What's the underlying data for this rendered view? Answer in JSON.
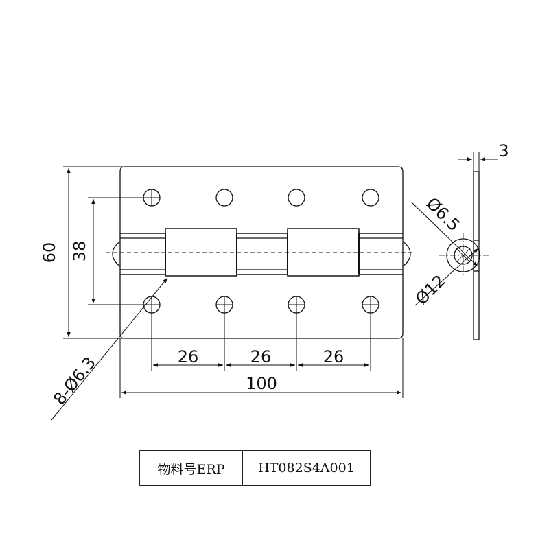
{
  "dimensions": {
    "height_total": "60",
    "hole_spacing_vertical": "38",
    "hole_pitch_1": "26",
    "hole_pitch_2": "26",
    "hole_pitch_3": "26",
    "length_total": "100",
    "hole_callout": "8-Ø6.3",
    "pin_diameter": "Ø6.5",
    "knuckle_diameter": "Ø12",
    "thickness": "3"
  },
  "title_block": {
    "label": "物料号ERP",
    "part_number": "HT082S4A001"
  },
  "colors": {
    "line": "#111111",
    "background": "#ffffff"
  }
}
